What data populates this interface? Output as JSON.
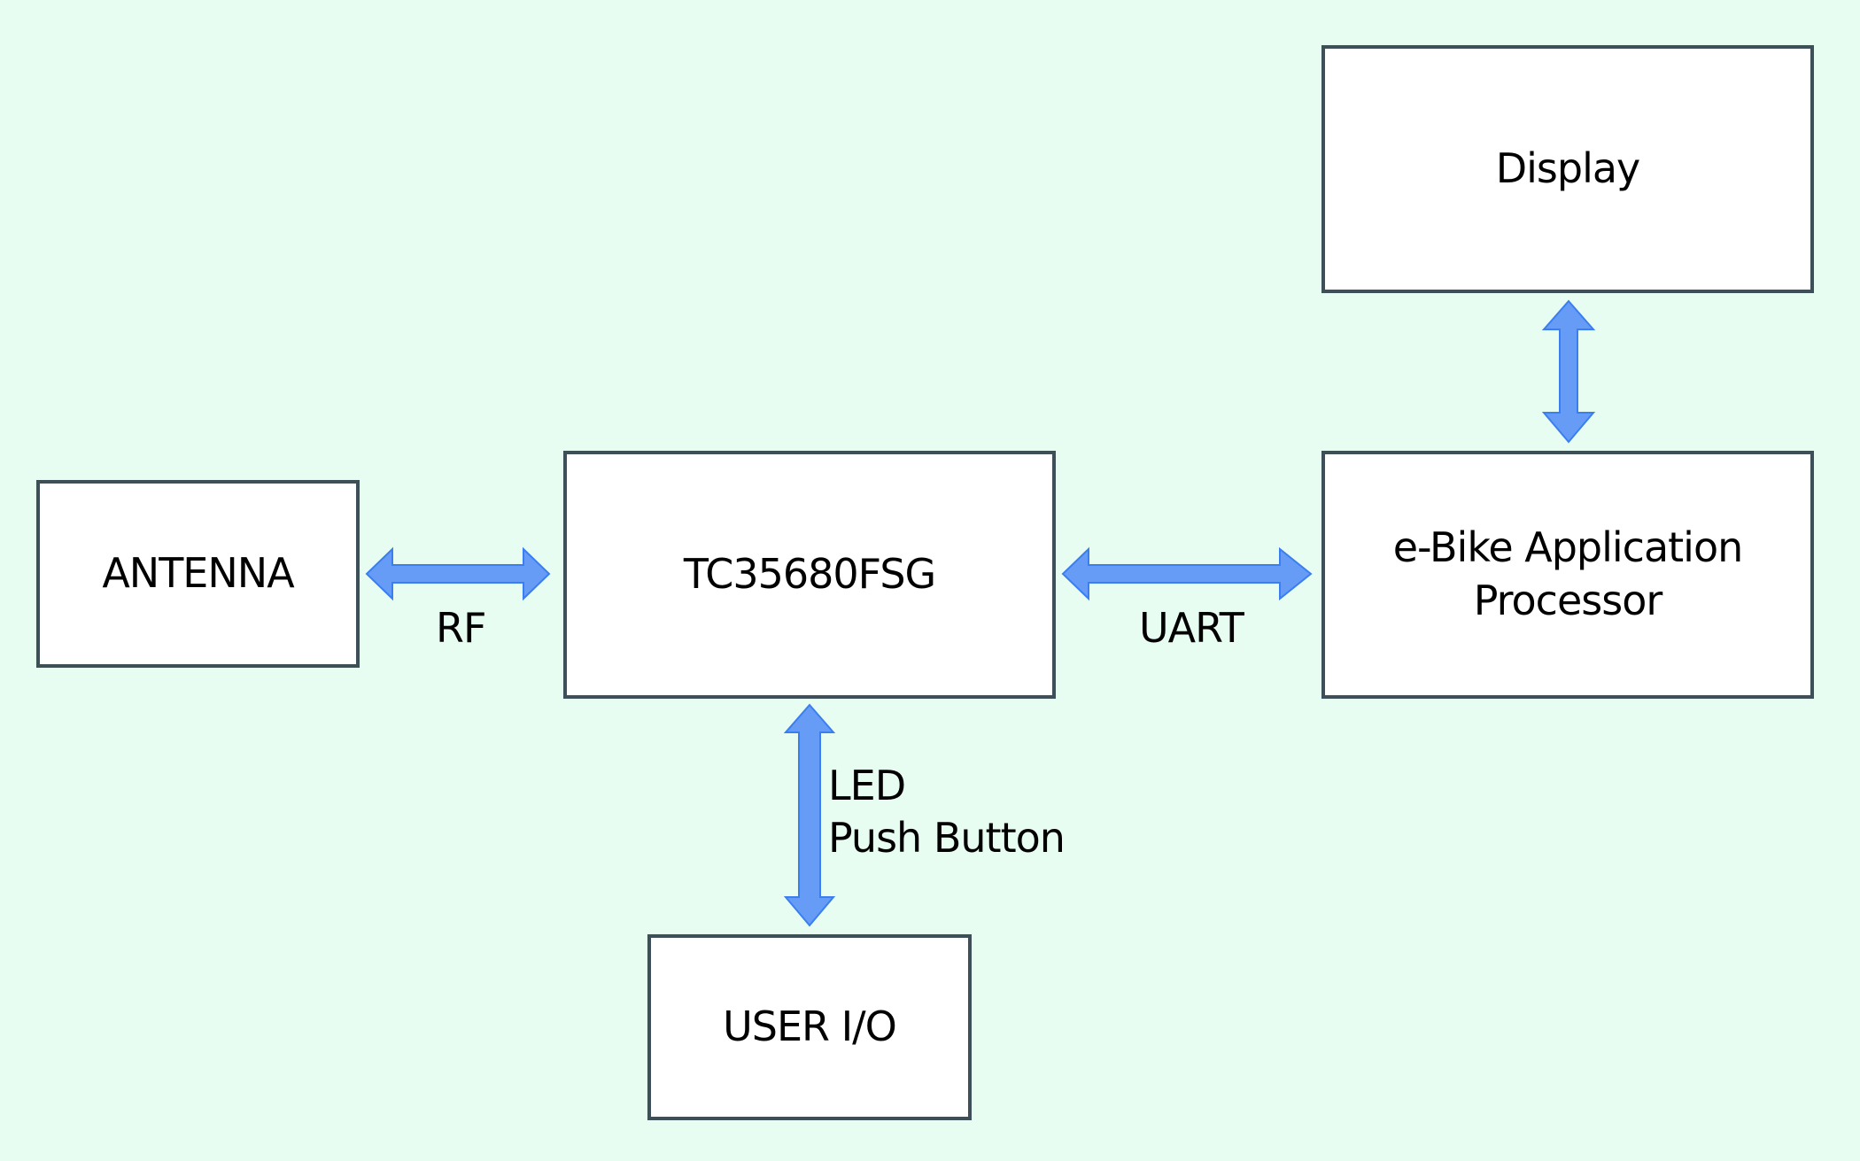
{
  "diagram": {
    "type": "block-diagram",
    "blocks": {
      "antenna": "ANTENNA",
      "chip": "TC35680FSG",
      "processor_line1": "e-Bike Application",
      "processor_line2": "Processor",
      "display": "Display",
      "user_io": "USER I/O"
    },
    "connections": {
      "rf": "RF",
      "uart": "UART",
      "led": "LED",
      "push_button": "Push Button"
    },
    "colors": {
      "background": "#e8fdf2",
      "block_fill": "#ffffff",
      "block_border": "#3d4f59",
      "arrow_fill": "#669cf6",
      "arrow_stroke": "#3a7ef0"
    }
  }
}
